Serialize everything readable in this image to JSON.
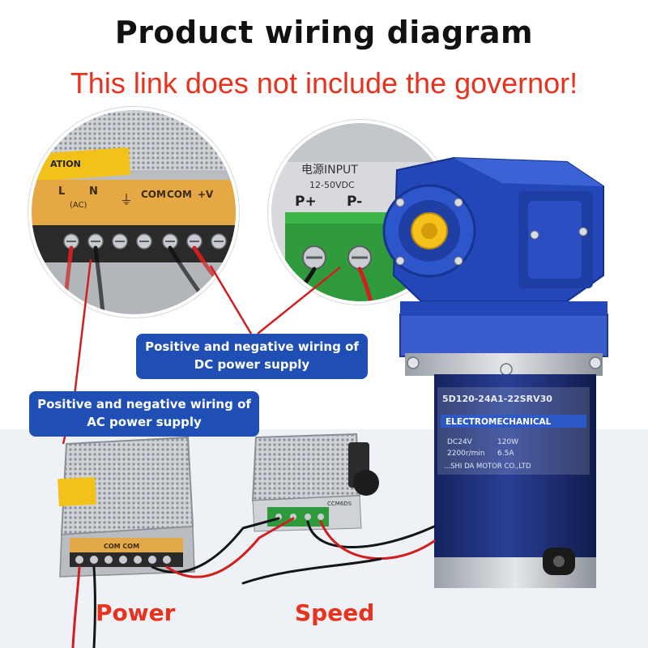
{
  "header": {
    "title": "Product wiring diagram",
    "subtitle": "This link does not include the governor!"
  },
  "callouts": {
    "dc_line1": "Positive and negative wiring of",
    "dc_line2": "DC power supply",
    "ac_line1": "Positive and negative wiring of",
    "ac_line2": "AC power supply"
  },
  "labels": {
    "power": "Power",
    "speed": "Speed"
  },
  "psu_terminal": {
    "l": "L",
    "n": "N",
    "ac": "(AC)",
    "com1": "COM",
    "com2": "COM",
    "v_plus": "+V",
    "caution": "ATION"
  },
  "controller_terminal": {
    "power_input": "电源INPUT",
    "voltage": "12-50VDC",
    "p_plus": "P+",
    "p_minus": "P-"
  },
  "motor_label": {
    "model": "5D120-24A1-22SRV30",
    "brand": "ELECTROMECHANICAL",
    "voltage": "DC24V",
    "power": "120W",
    "speed": "2200r/min",
    "current": "6.5A",
    "maker": "...SHI DA MOTOR CO.,LTD"
  },
  "small_psu": {
    "com": "COM COM"
  },
  "small_controller": {
    "model": "CCM6DS"
  },
  "colors": {
    "callout_bg": "#1f4fb5",
    "accent_red": "#e8321e",
    "gearbox_blue": "#2347b8",
    "motor_blue": "#1a2e7a",
    "terminal_green": "#2f9a3c"
  }
}
